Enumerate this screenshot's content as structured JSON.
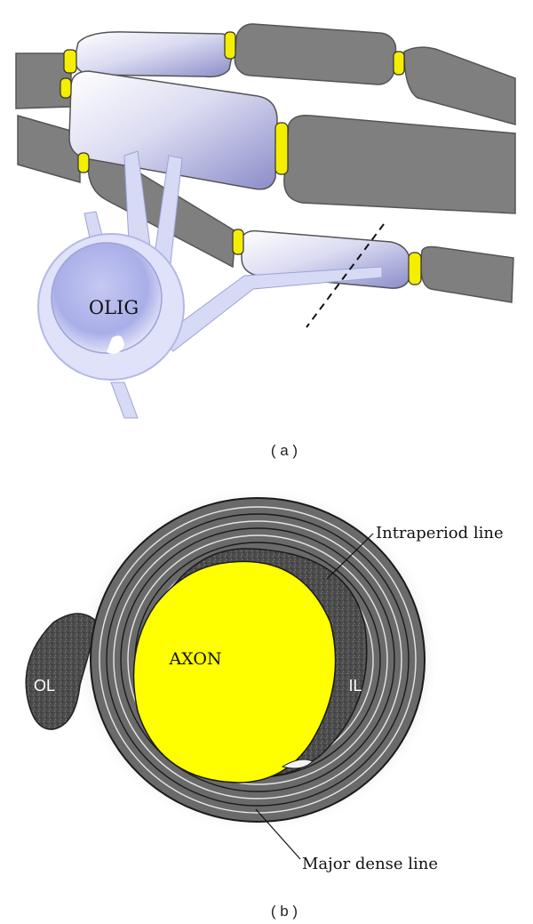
{
  "panel_a": {
    "caption": "( a )",
    "cell_label": "OLIG"
  },
  "panel_b": {
    "caption": "( b )",
    "axon_label": "AXON",
    "outer_loop_label": "OL",
    "inner_loop_label": "IL",
    "callout_intraperiod": "Intraperiod line",
    "callout_major_dense": "Major dense line"
  },
  "colors": {
    "axon_segment": "#7f7f7f",
    "myelin_sheath": "#c3c4e8",
    "node_of_ranvier": "#f4ee00",
    "oligodendrocyte_body": "#d6daf5",
    "axon_core": "#ffff00",
    "myelin_lamellae": "#606060",
    "cytoplasm_loop": "#4a4a4a"
  }
}
